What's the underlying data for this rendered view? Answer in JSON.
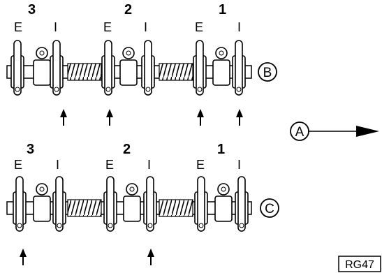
{
  "diagram": {
    "view_label": "A",
    "assembly_b": {
      "label": "B",
      "cylinders": [
        "3",
        "2",
        "1"
      ],
      "valves": [
        "E",
        "I",
        "E",
        "I",
        "E",
        "I"
      ],
      "arrows_under_valves": [
        2,
        3,
        5,
        6
      ]
    },
    "assembly_c": {
      "label": "C",
      "cylinders": [
        "3",
        "2",
        "1"
      ],
      "valves": [
        "E",
        "I",
        "E",
        "I",
        "E",
        "I"
      ],
      "arrows_under_valves": [
        1,
        4
      ]
    },
    "reference_code": "RG47"
  }
}
